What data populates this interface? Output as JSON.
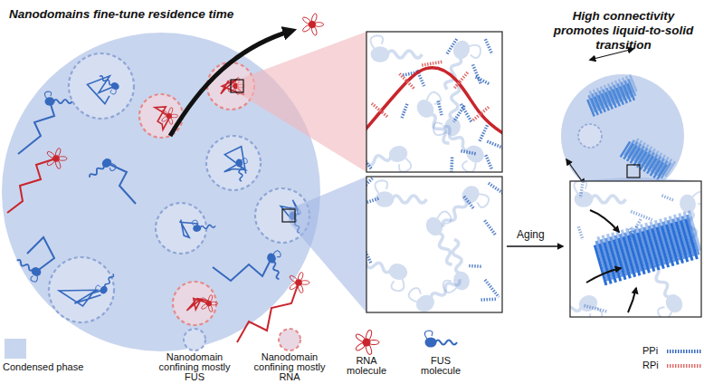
{
  "diagram": {
    "nodes": [
      {
        "text": [
          "Nanodomains fine-tune residence time"
        ]
      },
      {
        "text": [
          "High connectivity promotes liquid-to-solid transition"
        ]
      }
    ],
    "labels": [
      "Aging"
    ],
    "legend": [
      {
        "text": "Condensed phase",
        "color": "#c8d5ee"
      },
      {
        "text": "Nanodomain confining mostly FUS"
      },
      {
        "text": "Nanodomain confining mostly RNA"
      },
      {
        "text": "RNA molecule"
      },
      {
        "text": "FUS molecule"
      },
      {
        "text": "PPi"
      },
      {
        "text": "RPi"
      }
    ]
  }
}
